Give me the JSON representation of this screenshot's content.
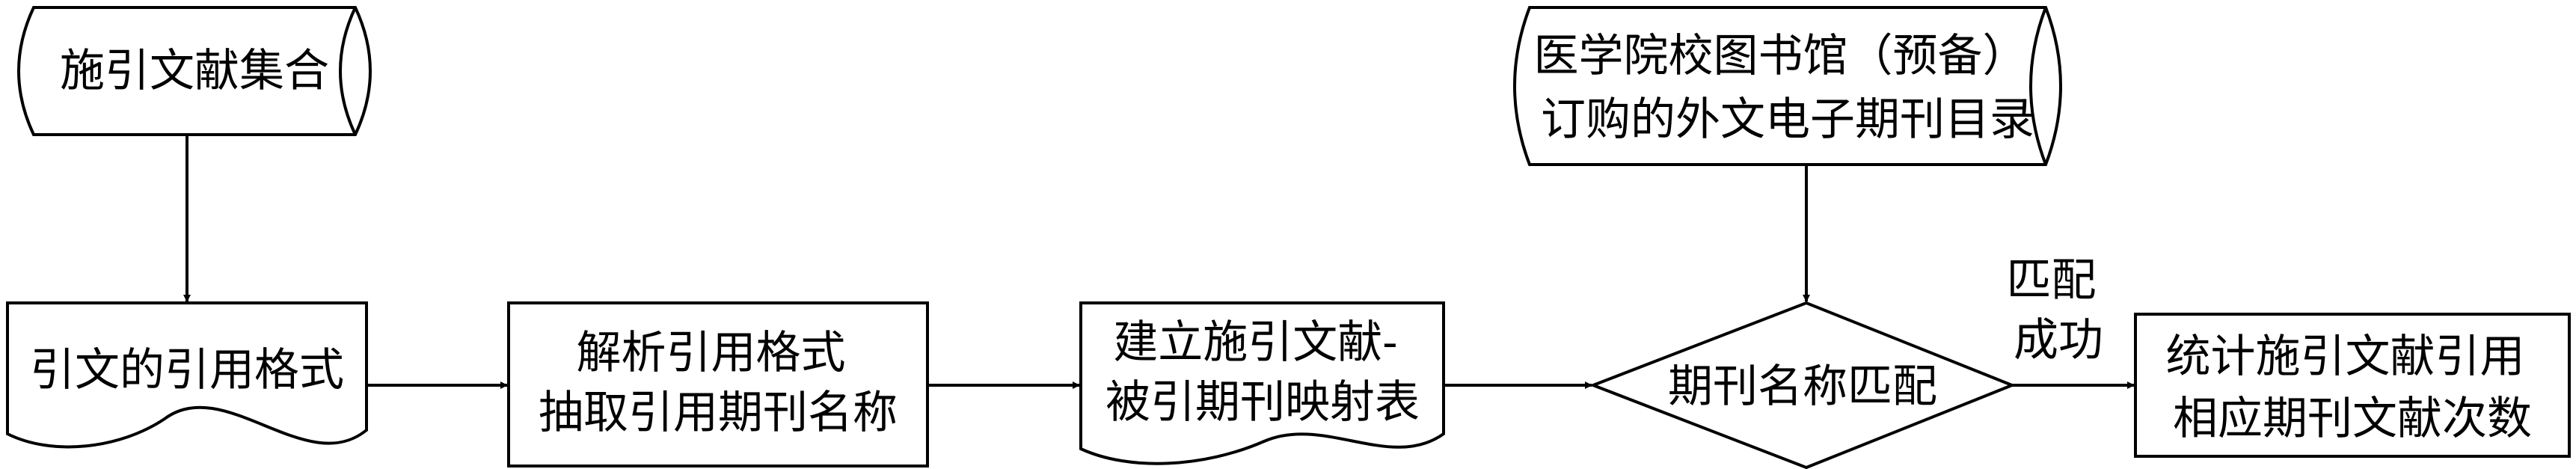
{
  "nodes": {
    "citing_set": {
      "lines": [
        "施引文献集合"
      ]
    },
    "citation_format": {
      "lines": [
        "引文的引用格式"
      ]
    },
    "parse": {
      "lines": [
        "解析引用格式",
        "抽取引用期刊名称"
      ]
    },
    "mapping_table": {
      "lines": [
        "建立施引文献-",
        "被引期刊映射表"
      ]
    },
    "library_catalog": {
      "lines": [
        "医学院校图书馆（预备）",
        "订购的外文电子期刊目录"
      ]
    },
    "name_match": {
      "lines": [
        "期刊名称匹配"
      ]
    },
    "statistics": {
      "lines": [
        "统计施引文献引用",
        "相应期刊文献次数"
      ]
    }
  },
  "edge_labels": {
    "match_success": [
      "匹配",
      "成功"
    ]
  }
}
